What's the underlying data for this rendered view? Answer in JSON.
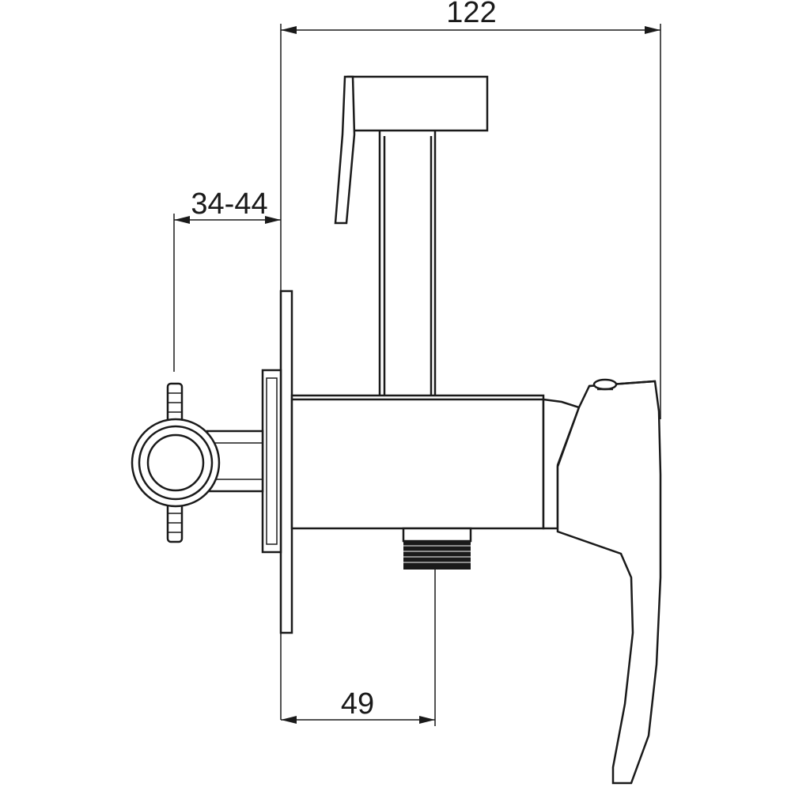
{
  "drawing": {
    "line_color": "#1a1a1a",
    "background": "#ffffff",
    "dimensions": {
      "overall_width": "122",
      "wall_thickness_range": "34-44",
      "outlet_offset": "49"
    }
  }
}
